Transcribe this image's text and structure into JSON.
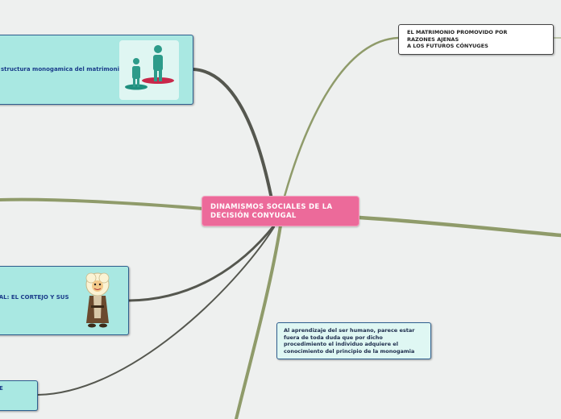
{
  "map": {
    "central": {
      "title": "DINAMISMOS SOCIALES DE LA DECISIÓN CONYUGAL"
    },
    "branches": [
      {
        "label": "structura monogamica del matrimonio",
        "image": "couple-figures-icon"
      },
      {
        "label": "CIAL: EL CORTEJO Y SUS",
        "image": "cartoon-character-icon"
      },
      {
        "label": "E"
      },
      {
        "label": "EL MATRIMONIO PROMOVIDO POR\nRAZONES AJENAS\nA LOS FUTUROS CÓNYUGES"
      },
      {
        "label": "Al aprendizaje del ser humano, parece estar\nfuera de toda duda que por dicho\nprocedimiento el individuo adquiere el\nconocimiento del principio de la monogamia"
      }
    ]
  },
  "colors": {
    "background": "#eef0ef",
    "central_fill": "#ec6a9a",
    "topic_fill": "#a9e8e2",
    "link_dark": "#55574f",
    "link_olive": "#8f9b6a"
  }
}
